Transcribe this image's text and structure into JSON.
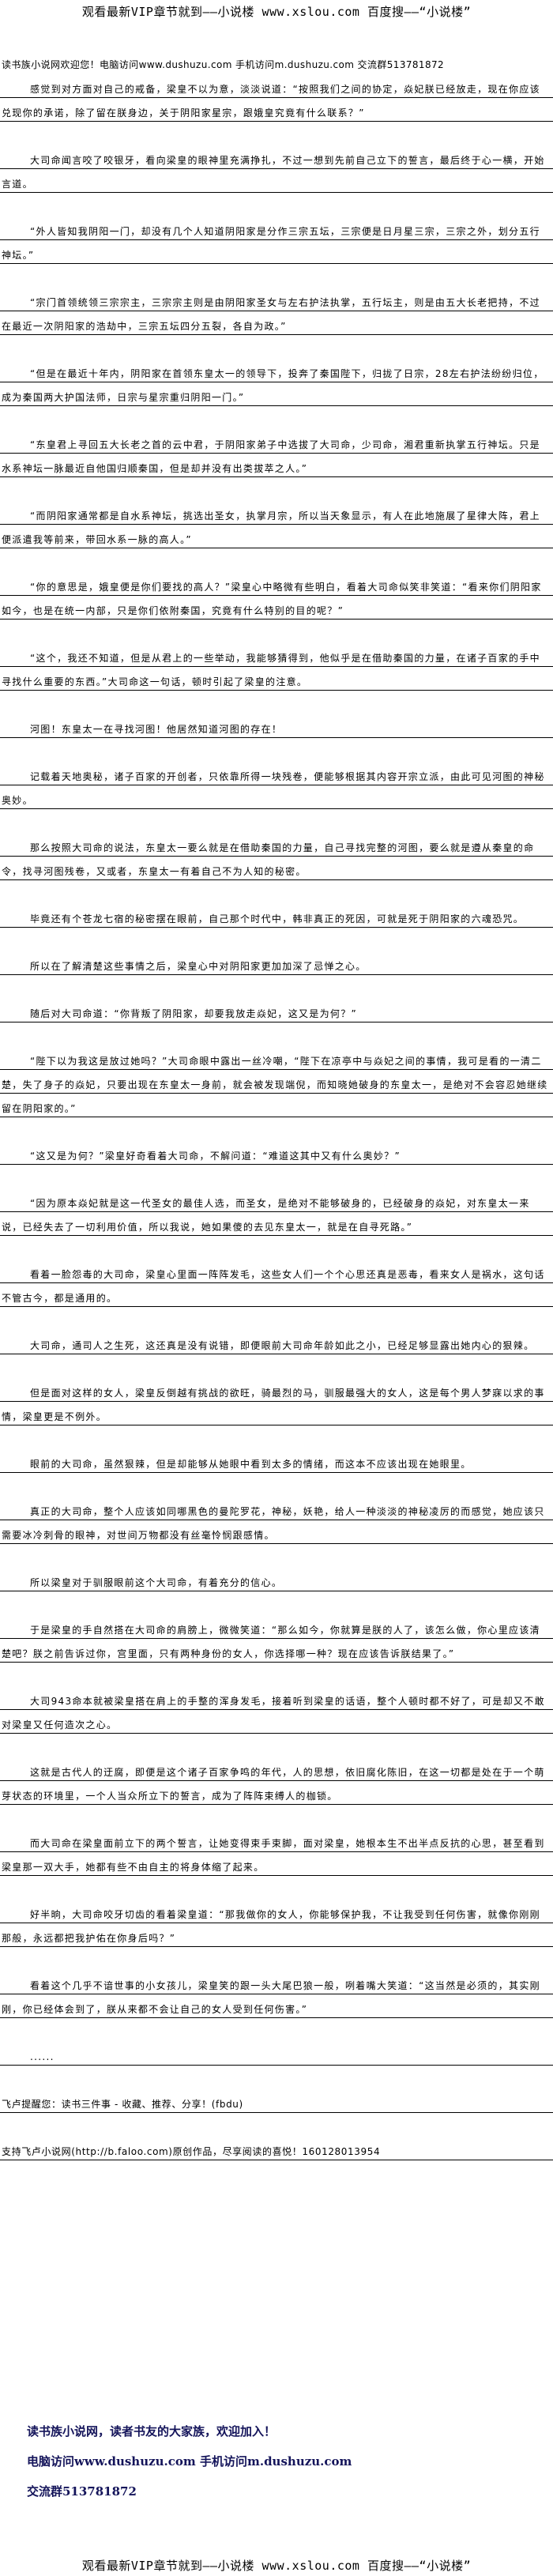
{
  "banner": "观看最新VIP章节就到——小说楼 www.xslou.com 百度搜——“小说楼”",
  "welcome": "读书族小说网欢迎您！电脑访问www.dushuzu.com 手机访问m.dushuzu.com 交流群513781872",
  "paragraphs": [
    "感觉到对方面对自己的戒备，梁皇不以为意，淡淡说道：“按照我们之间的协定，焱妃朕已经放走，现在你应该兑现你的承诺，除了留在朕身边，关于阴阳家星宗，跟娥皇究竟有什么联系？”",
    "大司命闻言咬了咬银牙，看向梁皇的眼神里充满挣扎，不过一想到先前自己立下的誓言，最后终于心一横，开始言道。",
    "“外人皆知我阴阳一门，却没有几个人知道阴阳家是分作三宗五坛，三宗便是日月星三宗，三宗之外，划分五行神坛。”",
    "“宗门首领统领三宗宗主，三宗宗主则是由阴阳家圣女与左右护法执掌，五行坛主，则是由五大长老把持，不过在最近一次阴阳家的浩劫中，三宗五坛四分五裂，各自为政。”",
    "“但是在最近十年内，阴阳家在首领东皇太一的领导下，投奔了秦国陛下，归拢了日宗，28左右护法纷纷归位，成为秦国两大护国法师，日宗与星宗重归阴阳一门。”",
    "“东皇君上寻回五大长老之首的云中君，于阴阳家弟子中选拔了大司命，少司命，湘君重新执掌五行神坛。只是水系神坛一脉最近自他国归顺秦国，但是却并没有出类拔萃之人。”",
    "“而阴阳家通常都是自水系神坛，挑选出圣女，执掌月宗，所以当天象显示，有人在此地施展了星律大阵，君上便派遣我等前来，带回水系一脉的高人。”",
    "“你的意思是，娥皇便是你们要找的高人？”梁皇心中略微有些明白，看着大司命似笑非笑道：“看来你们阴阳家如今，也是在统一内部，只是你们依附秦国，究竟有什么特别的目的呢？”",
    "“这个，我还不知道，但是从君上的一些举动，我能够猜得到，他似乎是在借助秦国的力量，在诸子百家的手中寻找什么重要的东西。”大司命这一句话，顿时引起了梁皇的注意。",
    "河图！东皇太一在寻找河图！他居然知道河图的存在！",
    "记载着天地奥秘，诸子百家的开创者，只依靠所得一块残卷，便能够根据其内容开宗立派，由此可见河图的神秘奥妙。",
    "那么按照大司命的说法，东皇太一要么就是在借助秦国的力量，自己寻找完整的河图，要么就是遵从秦皇的命令，找寻河图残卷，又或者，东皇太一有着自己不为人知的秘密。",
    "毕竟还有个苍龙七宿的秘密摆在眼前，自己那个时代中，韩非真正的死因，可就是死于阴阳家的六魂恐咒。",
    "所以在了解清楚这些事情之后，梁皇心中对阴阳家更加加深了忌惮之心。",
    "随后对大司命道：“你背叛了阴阳家，却要我放走焱妃，这又是为何？”",
    "“陛下以为我这是放过她吗？”大司命眼中露出一丝冷嘲，“陛下在凉亭中与焱妃之间的事情，我可是看的一清二楚，失了身子的焱妃，只要出现在东皇太一身前，就会被发现端倪，而知晓她破身的东皇太一，是绝对不会容忍她继续留在阴阳家的。”",
    "“这又是为何？”梁皇好奇看着大司命，不解问道：“难道这其中又有什么奥妙？”",
    "“因为原本焱妃就是这一代圣女的最佳人选，而圣女，是绝对不能够破身的，已经破身的焱妃，对东皇太一来说，已经失去了一切利用价值，所以我说，她如果傻的去见东皇太一，就是在自寻死路。”",
    "看着一脸怨毒的大司命，梁皇心里面一阵阵发毛，这些女人们一个个心思还真是恶毒，看来女人是祸水，这句话不管古今，都是通用的。",
    "大司命，通司人之生死，这还真是没有说错，即便眼前大司命年龄如此之小，已经足够显露出她内心的狠辣。",
    "但是面对这样的女人，梁皇反倒越有挑战的欲旺，骑最烈的马，驯服最强大的女人，这是每个男人梦寐以求的事情，梁皇更是不例外。",
    "眼前的大司命，虽然狠辣，但是却能够从她眼中看到太多的情绪，而这本不应该出现在她眼里。",
    "真正的大司命，整个人应该如同哪黑色的曼陀罗花，神秘，妖艳，给人一种淡淡的神秘凌厉的而感觉，她应该只需要冰冷刺骨的眼神，对世间万物都没有丝毫怜悯跟感情。",
    "所以梁皇对于驯服眼前这个大司命，有着充分的信心。",
    "于是梁皇的手自然搭在大司命的肩膀上，微微笑道：“那么如今，你就算是朕的人了，该怎么做，你心里应该清楚吧？朕之前告诉过你，宫里面，只有两种身份的女人，你选择哪一种？现在应该告诉朕结果了。”",
    "大司943命本就被梁皇搭在肩上的手整的浑身发毛，接着听到梁皇的话语，整个人顿时都不好了，可是却又不敢对梁皇又任何造次之心。",
    "这就是古代人的迂腐，即便是这个诸子百家争鸣的年代，人的思想，依旧腐化陈旧，在这一切都是处在于一个萌芽状态的环境里，一个人当众所立下的誓言，成为了阵阵束缚人的枷锁。",
    "而大司命在梁皇面前立下的两个誓言，让她变得束手束脚，面对梁皇，她根本生不出半点反抗的心思，甚至看到梁皇那一双大手，她都有些不由自主的将身体缩了起来。",
    "好半晌，大司命咬牙切齿的看着梁皇道：“那我做你的女人，你能够保护我，不让我受到任何伤害，就像你刚刚那般，永远都把我护佑在你身后吗？”",
    "看着这个几乎不谙世事的小女孩儿，梁皇笑的跟一头大尾巴狼一般，咧着嘴大笑道：“这当然是必须的，其实刚刚，你已经体会到了，朕从来都不会让自己的女人受到任何伤害。”",
    "......"
  ],
  "notes": [
    "飞卢提醒您：读书三件事 - 收藏、推荐、分享！(fbdu)",
    "支持飞卢小说网(http://b.faloo.com)原创作品，尽享阅读的喜悦！160128013954"
  ],
  "footer": {
    "line1": "读书族小说网，读者书友的大家族，欢迎加入！",
    "line2": "电脑访问www.dushuzu.com 手机访问m.dushuzu.com",
    "line3": "交流群513781872"
  },
  "colors": {
    "footer_text": "#14145a",
    "rule": "#000000"
  }
}
